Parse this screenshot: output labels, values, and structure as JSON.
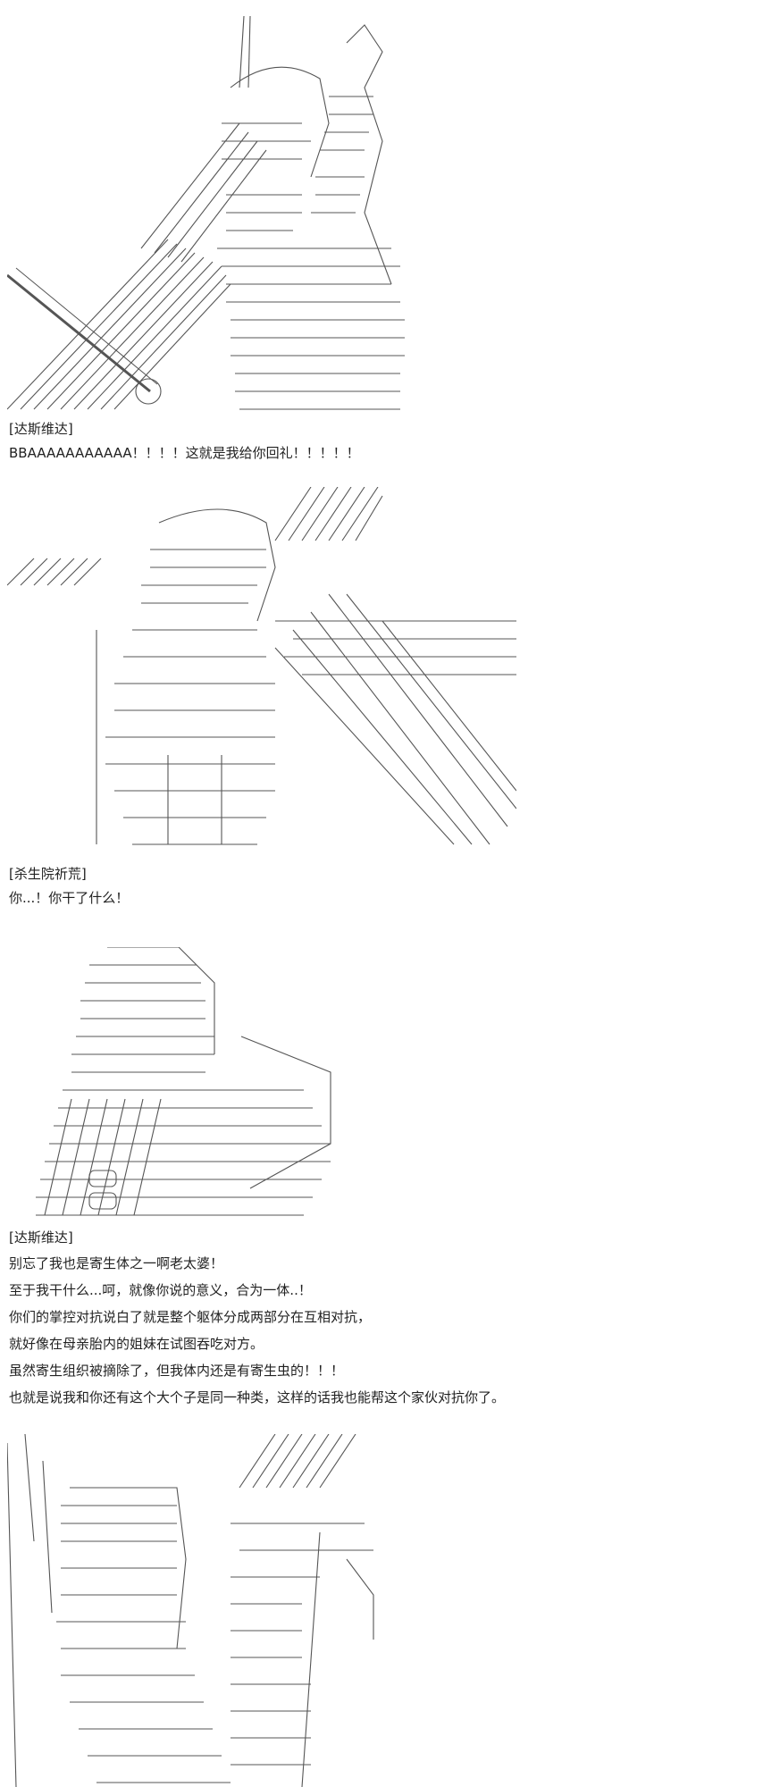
{
  "panels": [
    {
      "speaker": "[达斯维达]",
      "lines": [
        "BBAAAAAAAAAAA！！！！这就是我给你回礼！！！！！"
      ]
    },
    {
      "speaker": "[杀生院祈荒]",
      "lines": [
        "你...！你干了什么！"
      ]
    },
    {
      "speaker": "[达斯维达]",
      "lines": [
        "别忘了我也是寄生体之一啊老太婆！",
        "至于我干什么...呵，就像你说的意义，合为一体..！",
        "你们的掌控对抗说白了就是整个躯体分成两部分在互相对抗，",
        "就好像在母亲胎内的姐妹在试图吞吃对方。",
        "虽然寄生组织被摘除了，但我体内还是有寄生虫的！！！",
        "也就是说我和你还有这个大个子是同一种类，这样的话我也能帮这个家伙对抗你了。"
      ]
    },
    {
      "speaker": "",
      "lines": []
    }
  ]
}
